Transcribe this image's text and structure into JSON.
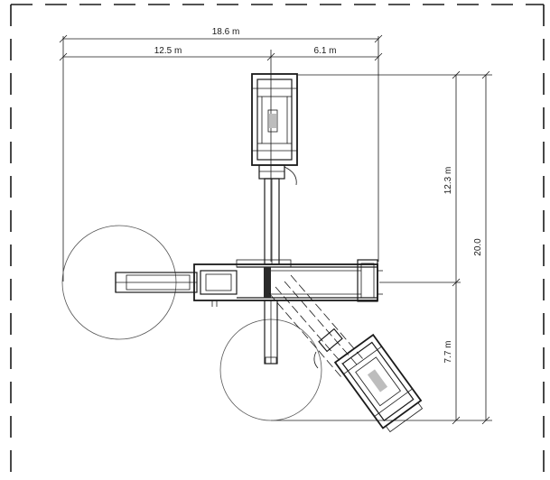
{
  "drawing": {
    "type": "plan-view-footprint",
    "dimensions": {
      "overall_width": "18.6  m",
      "left_width": "12.5  m",
      "right_width": "6.1  m",
      "upper_height": "12.3  m",
      "total_height": "20.0",
      "lower_height": "7.7  m"
    },
    "colors": {
      "line": "#1a1a1a",
      "circle": "#555555",
      "background": "#ffffff"
    }
  }
}
